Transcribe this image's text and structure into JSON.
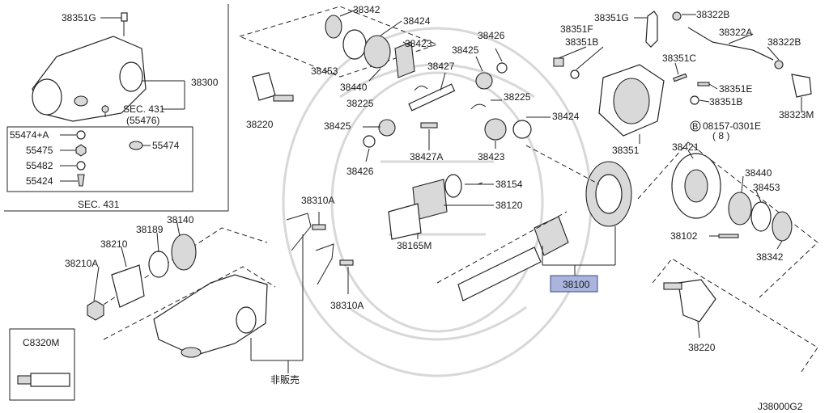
{
  "diagram_code": "J38000G2",
  "not_sold_label": "非販売",
  "highlight": {
    "part": "38100",
    "color": "#aab4dd"
  },
  "inset_box": {
    "sec_label": "SEC. 431",
    "sec_ref_label": "SEC. 431",
    "sec_ref_sub": "(55476)"
  },
  "labels": {
    "p38351G": "38351G",
    "p38300": "38300",
    "p55474A": "55474+A",
    "p55475": "55475",
    "p55474": "55474",
    "p55482": "55482",
    "p55424": "55424",
    "p38342a": "38342",
    "p38424a": "38424",
    "p38423a": "38423",
    "p38453a": "38453",
    "p38440a": "38440",
    "p38225a": "38225",
    "p38220a": "38220",
    "p38426a": "38426",
    "p38425a": "38425",
    "p38427": "38427",
    "p38425b": "38425",
    "p38426b": "38426",
    "p38427A": "38427A",
    "p38225b": "38225",
    "p38424b": "38424",
    "p38423b": "38423",
    "p38351F": "38351F",
    "p38351Ba": "38351B",
    "p38351Ga": "38351G",
    "p38322Ba": "38322B",
    "p38322A": "38322A",
    "p38322Bb": "38322B",
    "p38351C": "38351C",
    "p38351E": "38351E",
    "p38351Bb": "38351B",
    "p38323M": "38323M",
    "p08157": "08157-0301E",
    "p08157qty": "( 8 )",
    "p08157mark": "B",
    "p38351": "38351",
    "p38154": "38154",
    "p38120": "38120",
    "p38165M": "38165M",
    "p38421": "38421",
    "p38440b": "38440",
    "p38453b": "38453",
    "p38102": "38102",
    "p38342b": "38342",
    "p38220b": "38220",
    "p38310Aa": "38310A",
    "p38310Ab": "38310A",
    "p38140": "38140",
    "p38189": "38189",
    "p38210": "38210",
    "p38210A": "38210A",
    "pC8320M": "C8320M",
    "p38100": "38100"
  }
}
